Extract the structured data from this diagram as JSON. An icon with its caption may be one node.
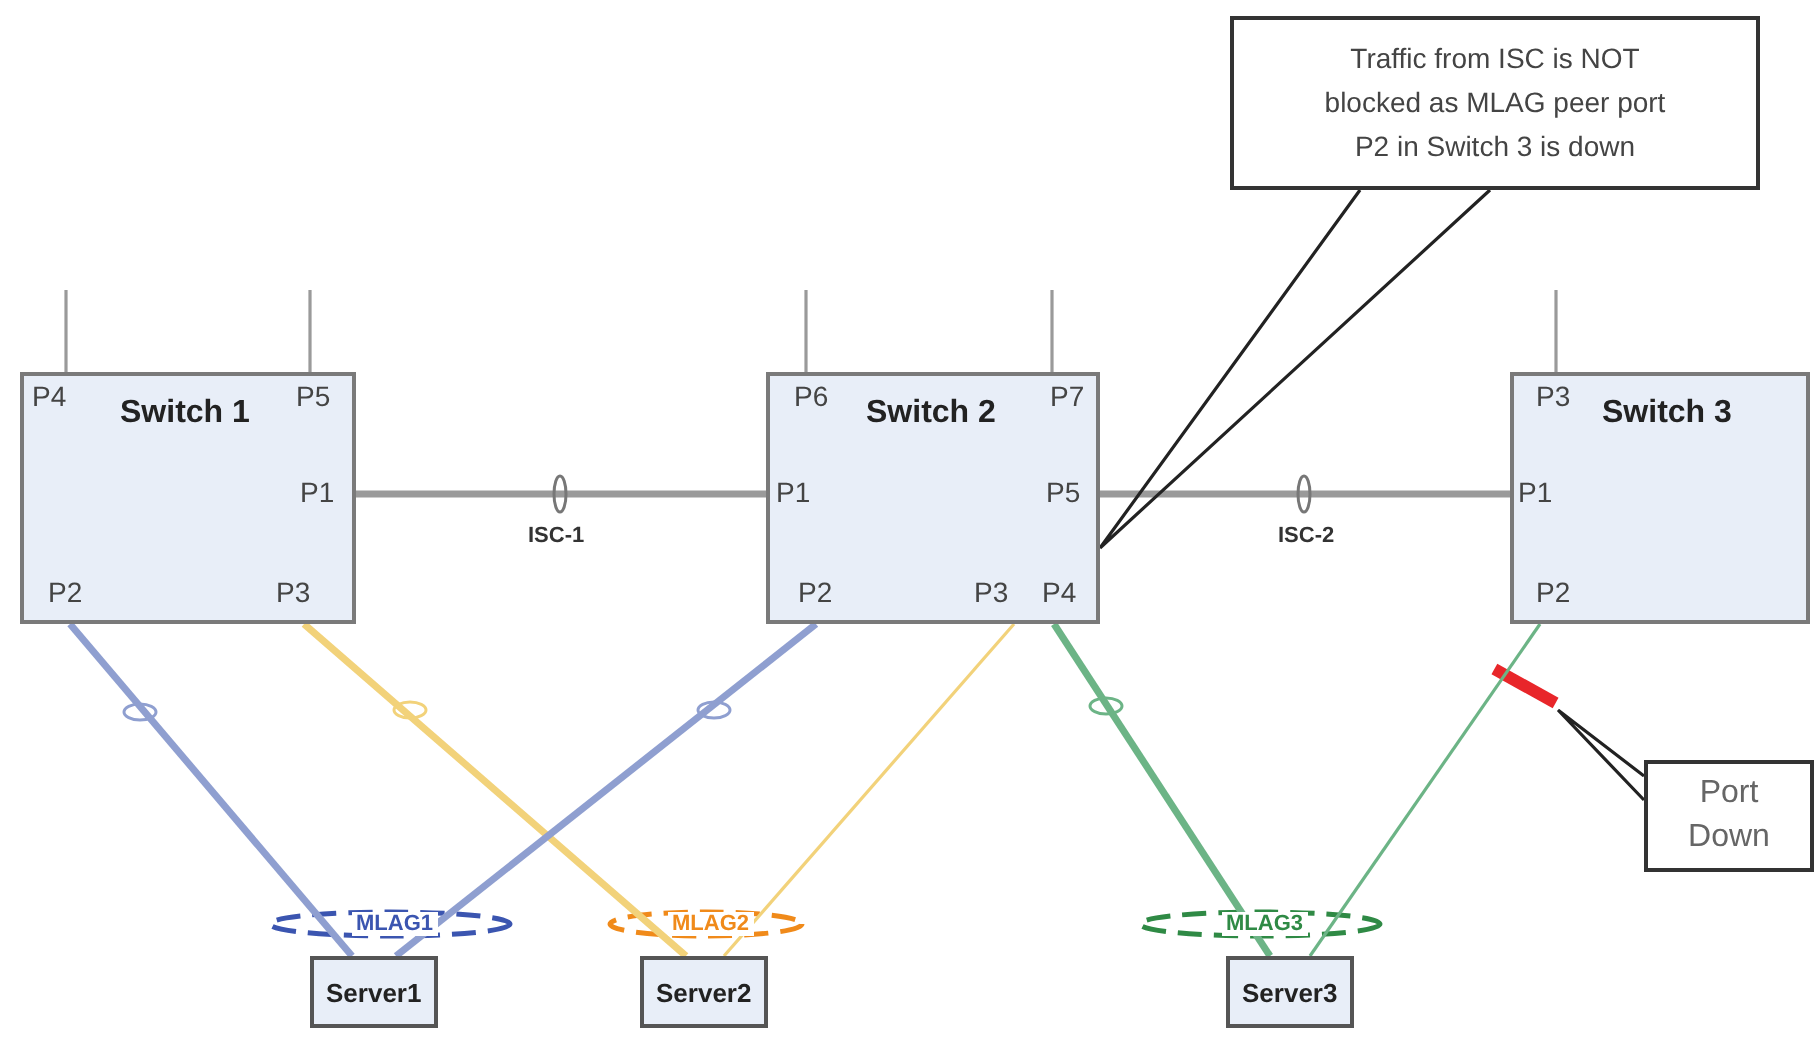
{
  "diagram": {
    "nodes": [
      {
        "text": [
          "Traffic from ISC is NOT blocked as MLAG peer port P2 in Switch 3 is down"
        ]
      },
      {
        "text": [
          "Switch 1",
          "P4",
          "P5",
          "P1",
          "P2",
          "P3"
        ]
      },
      {
        "text": [
          "Switch 2",
          "P6",
          "P7",
          "P1",
          "P5",
          "P2",
          "P3",
          "P4"
        ]
      },
      {
        "text": [
          "Switch 3",
          "P3",
          "P1",
          "P2"
        ]
      },
      {
        "text": [
          "Port Down"
        ]
      },
      {
        "text": [
          "Server1"
        ]
      },
      {
        "text": [
          "Server2"
        ]
      },
      {
        "text": [
          "Server3"
        ]
      }
    ],
    "edges": [
      {
        "from": 1,
        "to": 2,
        "arrow": "none",
        "label": "ISC-1",
        "style": "thick"
      },
      {
        "from": 2,
        "to": 3,
        "arrow": "none",
        "label": "ISC-2",
        "style": "thick"
      },
      {
        "from": 1,
        "to": 5,
        "arrow": "none",
        "style": "thick",
        "color": "#8f9fd0"
      },
      {
        "from": 1,
        "to": 6,
        "arrow": "none",
        "style": "thick",
        "color": "#f2d27a"
      },
      {
        "from": 2,
        "to": 5,
        "arrow": "none",
        "style": "thick",
        "color": "#8f9fd0"
      },
      {
        "from": 2,
        "to": 6,
        "arrow": "none",
        "color": "#f2d27a"
      },
      {
        "from": 2,
        "to": 7,
        "arrow": "none",
        "style": "thick",
        "color": "#6cb486"
      },
      {
        "from": 3,
        "to": 7,
        "arrow": "none",
        "color": "#6cb486"
      },
      {
        "from": null,
        "to": 1,
        "arrow": "none"
      },
      {
        "from": null,
        "to": 1,
        "arrow": "none"
      },
      {
        "from": null,
        "to": 2,
        "arrow": "none"
      },
      {
        "from": null,
        "to": 2,
        "arrow": "none"
      },
      {
        "from": null,
        "to": 3,
        "arrow": "none"
      },
      {
        "from": 0,
        "to": 2,
        "arrow": "none",
        "color": "#222222"
      },
      {
        "from": 4,
        "to": null,
        "arrow": "none",
        "color": "#222222"
      }
    ],
    "labels": [
      "MLAG1",
      "MLAG2",
      "MLAG3"
    ]
  }
}
